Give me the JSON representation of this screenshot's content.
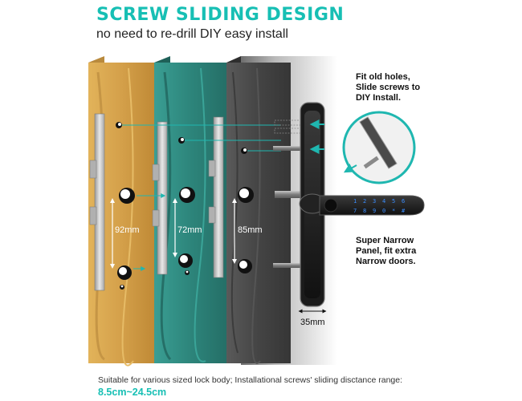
{
  "header": {
    "title": "SCREW SLIDING DESIGN",
    "subtitle": "no need to re-drill DIY easy install"
  },
  "callouts": {
    "fit_old_holes": "Fit old holes,\nSlide screws to\nDIY Install.",
    "narrow_panel": "Super Narrow\nPanel, fit extra\nNarrow doors."
  },
  "dimensions": {
    "wood": "92mm",
    "teal": "72mm",
    "dark": "85mm",
    "panel_width": "35mm"
  },
  "footer": {
    "note": "Suitable for various sized lock body;  Installational screws' sliding disctance range:",
    "range": "8.5cm~24.5cm"
  },
  "colors": {
    "accent": "#17bfb4",
    "wood": "#d9a94a",
    "teal": "#2d8a80",
    "dark_wood": "#4a4a4a",
    "arrow": "#1fb7b0"
  },
  "icons": {
    "keypad": "numeric-keypad-icon",
    "fingerprint": "fingerprint-sensor-icon"
  }
}
